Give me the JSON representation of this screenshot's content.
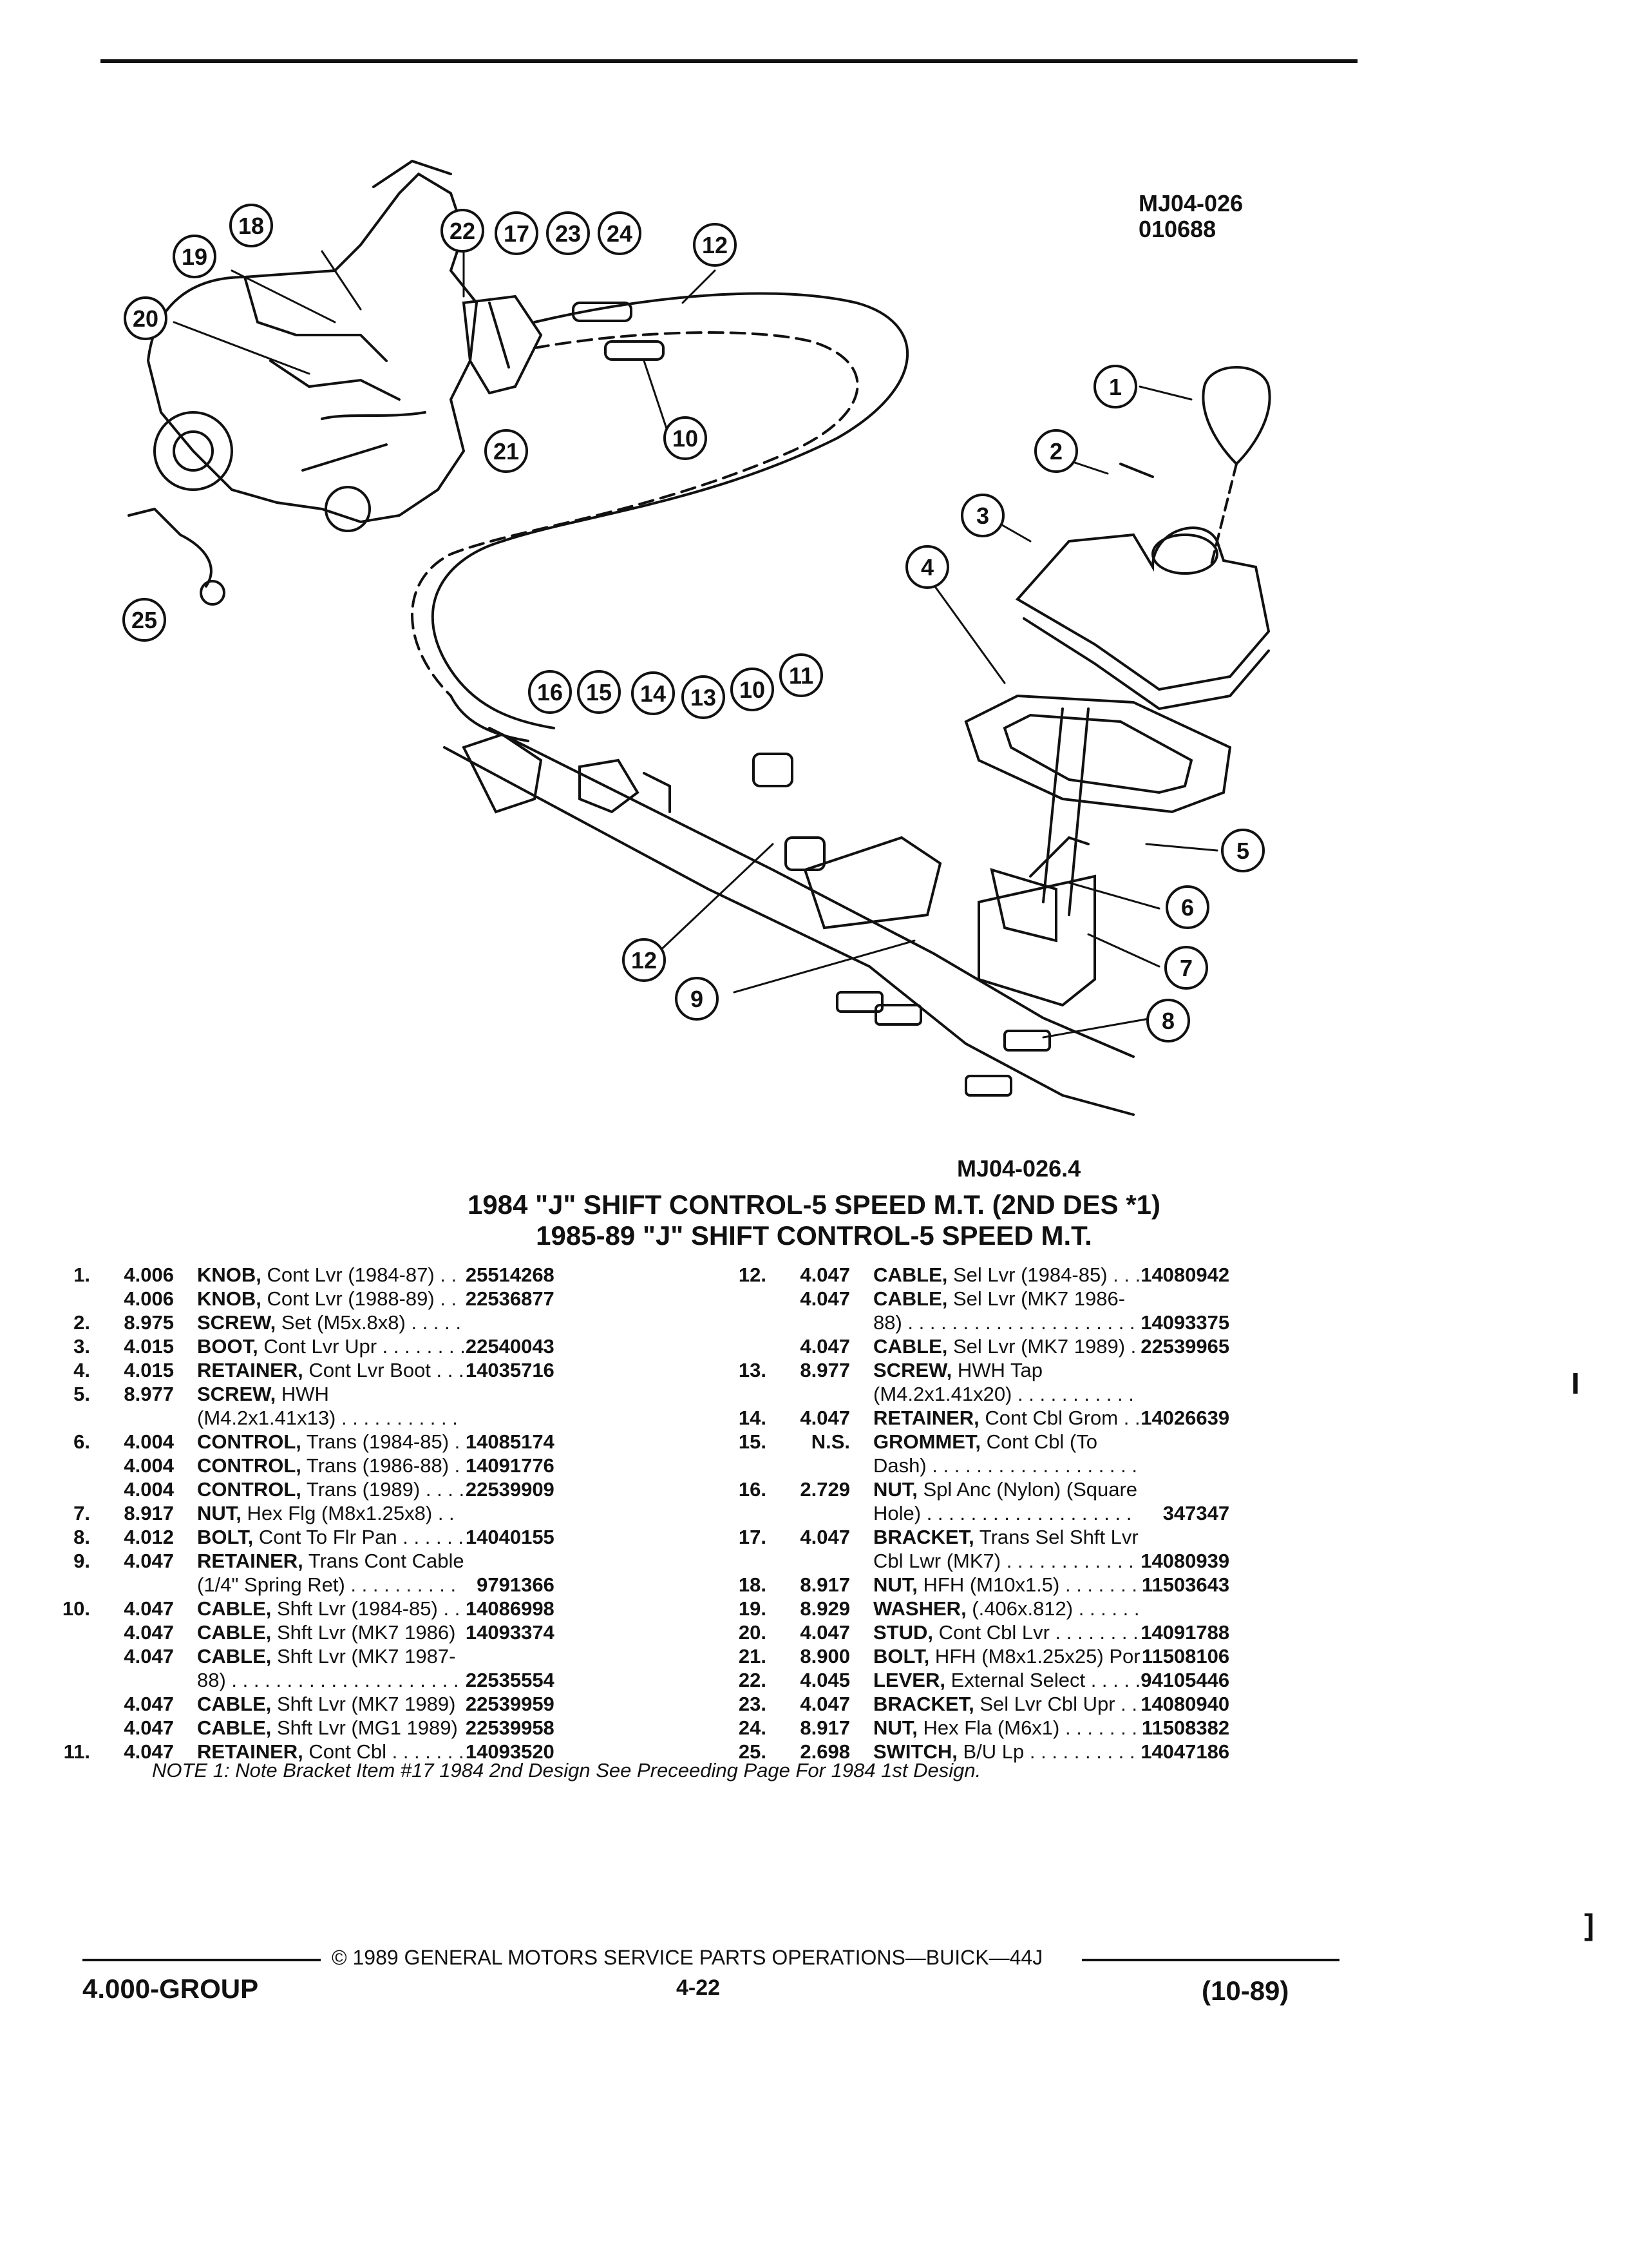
{
  "figure": {
    "code_top": "MJ04-026",
    "code_top_2": "010688",
    "code_bottom": "MJ04-026.4",
    "callouts": [
      "1",
      "2",
      "3",
      "4",
      "5",
      "6",
      "7",
      "8",
      "9",
      "10",
      "10",
      "11",
      "12",
      "12",
      "13",
      "14",
      "15",
      "16",
      "17",
      "18",
      "19",
      "20",
      "21",
      "22",
      "23",
      "24",
      "25"
    ]
  },
  "title": {
    "line1": "1984 \"J\" SHIFT CONTROL-5 SPEED M.T. (2ND DES *1)",
    "line2": "1985-89 \"J\" SHIFT CONTROL-5 SPEED M.T."
  },
  "parts_left": [
    {
      "num": "1.",
      "grp": "4.006",
      "name": "KNOB,",
      "desc": " Cont Lvr (1984-87) . .",
      "pn": "25514268"
    },
    {
      "num": "",
      "grp": "4.006",
      "name": "KNOB,",
      "desc": " Cont Lvr (1988-89) . .",
      "pn": "22536877"
    },
    {
      "num": "2.",
      "grp": "8.975",
      "name": "SCREW,",
      "desc": " Set (M5x.8x8) . . . . .",
      "pn": ""
    },
    {
      "num": "3.",
      "grp": "4.015",
      "name": "BOOT,",
      "desc": " Cont Lvr Upr . . . . . . . .",
      "pn": "22540043"
    },
    {
      "num": "4.",
      "grp": "4.015",
      "name": "RETAINER,",
      "desc": " Cont Lvr Boot . . .",
      "pn": "14035716"
    },
    {
      "num": "5.",
      "grp": "8.977",
      "name": "SCREW,",
      "desc": " HWH",
      "pn": ""
    },
    {
      "num": "",
      "grp": "",
      "name": "",
      "desc": "(M4.2x1.41x13) . . . . . . . . . . .",
      "pn": ""
    },
    {
      "num": "6.",
      "grp": "4.004",
      "name": "CONTROL,",
      "desc": " Trans (1984-85) .",
      "pn": "14085174"
    },
    {
      "num": "",
      "grp": "4.004",
      "name": "CONTROL,",
      "desc": " Trans (1986-88) .",
      "pn": "14091776"
    },
    {
      "num": "",
      "grp": "4.004",
      "name": "CONTROL,",
      "desc": " Trans (1989) . . . .",
      "pn": "22539909"
    },
    {
      "num": "7.",
      "grp": "8.917",
      "name": "NUT,",
      "desc": " Hex Flg (M8x1.25x8) . .",
      "pn": ""
    },
    {
      "num": "8.",
      "grp": "4.012",
      "name": "BOLT,",
      "desc": " Cont To Flr Pan . . . . . .",
      "pn": "14040155"
    },
    {
      "num": "9.",
      "grp": "4.047",
      "name": "RETAINER,",
      "desc": " Trans Cont Cable",
      "pn": ""
    },
    {
      "num": "",
      "grp": "",
      "name": "",
      "desc": "(1/4\" Spring Ret) . . . . . . . . . .",
      "pn": "9791366"
    },
    {
      "num": "10.",
      "grp": "4.047",
      "name": "CABLE,",
      "desc": " Shft Lvr (1984-85) . .",
      "pn": "14086998"
    },
    {
      "num": "",
      "grp": "4.047",
      "name": "CABLE,",
      "desc": " Shft Lvr (MK7 1986)",
      "pn": "14093374"
    },
    {
      "num": "",
      "grp": "4.047",
      "name": "CABLE,",
      "desc": " Shft Lvr (MK7 1987-",
      "pn": ""
    },
    {
      "num": "",
      "grp": "",
      "name": "",
      "desc": "88) . . . . . . . . . . . . . . . . . . . . .",
      "pn": "22535554"
    },
    {
      "num": "",
      "grp": "4.047",
      "name": "CABLE,",
      "desc": " Shft Lvr (MK7 1989)",
      "pn": "22539959"
    },
    {
      "num": "",
      "grp": "4.047",
      "name": "CABLE,",
      "desc": " Shft Lvr (MG1 1989)",
      "pn": "22539958"
    },
    {
      "num": "11.",
      "grp": "4.047",
      "name": "RETAINER,",
      "desc": " Cont Cbl . . . . . . .",
      "pn": "14093520"
    }
  ],
  "parts_right": [
    {
      "num": "12.",
      "grp": "4.047",
      "name": "CABLE,",
      "desc": " Sel Lvr (1984-85) . . .",
      "pn": "14080942"
    },
    {
      "num": "",
      "grp": "4.047",
      "name": "CABLE,",
      "desc": " Sel Lvr (MK7 1986-",
      "pn": ""
    },
    {
      "num": "",
      "grp": "",
      "name": "",
      "desc": "88) . . . . . . . . . . . . . . . . . . . . .",
      "pn": "14093375"
    },
    {
      "num": "",
      "grp": "4.047",
      "name": "CABLE,",
      "desc": " Sel Lvr (MK7 1989) .",
      "pn": "22539965"
    },
    {
      "num": "13.",
      "grp": "8.977",
      "name": "SCREW,",
      "desc": " HWH Tap",
      "pn": ""
    },
    {
      "num": "",
      "grp": "",
      "name": "",
      "desc": "(M4.2x1.41x20) . . . . . . . . . . .",
      "pn": ""
    },
    {
      "num": "14.",
      "grp": "4.047",
      "name": "RETAINER,",
      "desc": " Cont Cbl Grom . .",
      "pn": "14026639"
    },
    {
      "num": "15.",
      "grp": "N.S.",
      "name": "GROMMET,",
      "desc": " Cont Cbl (To",
      "pn": ""
    },
    {
      "num": "",
      "grp": "",
      "name": "",
      "desc": "Dash) . . . . . . . . . . . . . . . . . . .",
      "pn": ""
    },
    {
      "num": "16.",
      "grp": "2.729",
      "name": "NUT,",
      "desc": " Spl Anc (Nylon) (Square",
      "pn": ""
    },
    {
      "num": "",
      "grp": "",
      "name": "",
      "desc": "Hole) . . . . . . . . . . . . . . . . . . .",
      "pn": "347347"
    },
    {
      "num": "17.",
      "grp": "4.047",
      "name": "BRACKET,",
      "desc": " Trans Sel Shft Lvr",
      "pn": ""
    },
    {
      "num": "",
      "grp": "",
      "name": "",
      "desc": "Cbl Lwr (MK7) . . . . . . . . . . . .",
      "pn": "14080939"
    },
    {
      "num": "18.",
      "grp": "8.917",
      "name": "NUT,",
      "desc": " HFH (M10x1.5) . . . . . . .",
      "pn": "11503643"
    },
    {
      "num": "19.",
      "grp": "8.929",
      "name": "WASHER,",
      "desc": " (.406x.812) . . . . . .",
      "pn": ""
    },
    {
      "num": "20.",
      "grp": "4.047",
      "name": "STUD,",
      "desc": " Cont Cbl Lvr . . . . . . . .",
      "pn": "14091788"
    },
    {
      "num": "21.",
      "grp": "8.900",
      "name": "BOLT,",
      "desc": " HFH (M8x1.25x25) Por",
      "pn": "11508106"
    },
    {
      "num": "22.",
      "grp": "4.045",
      "name": "LEVER,",
      "desc": " External Select . . . . .",
      "pn": "94105446"
    },
    {
      "num": "23.",
      "grp": "4.047",
      "name": "BRACKET,",
      "desc": " Sel Lvr Cbl Upr . .",
      "pn": "14080940"
    },
    {
      "num": "24.",
      "grp": "8.917",
      "name": "NUT,",
      "desc": " Hex Fla (M6x1) . . . . . . .",
      "pn": "11508382"
    },
    {
      "num": "25.",
      "grp": "2.698",
      "name": "SWITCH,",
      "desc": " B/U Lp . . . . . . . . . .",
      "pn": "14047186"
    }
  ],
  "note": "NOTE 1: Note Bracket Item #17 1984 2nd Design See Preceeding Page For 1984 1st Design.",
  "footer": {
    "copyright": "© 1989 GENERAL MOTORS SERVICE PARTS OPERATIONS—BUICK—44J",
    "group": "4.000-GROUP",
    "page": "4-22",
    "date": "(10-89)"
  },
  "margin_marks": [
    "I",
    "]"
  ]
}
